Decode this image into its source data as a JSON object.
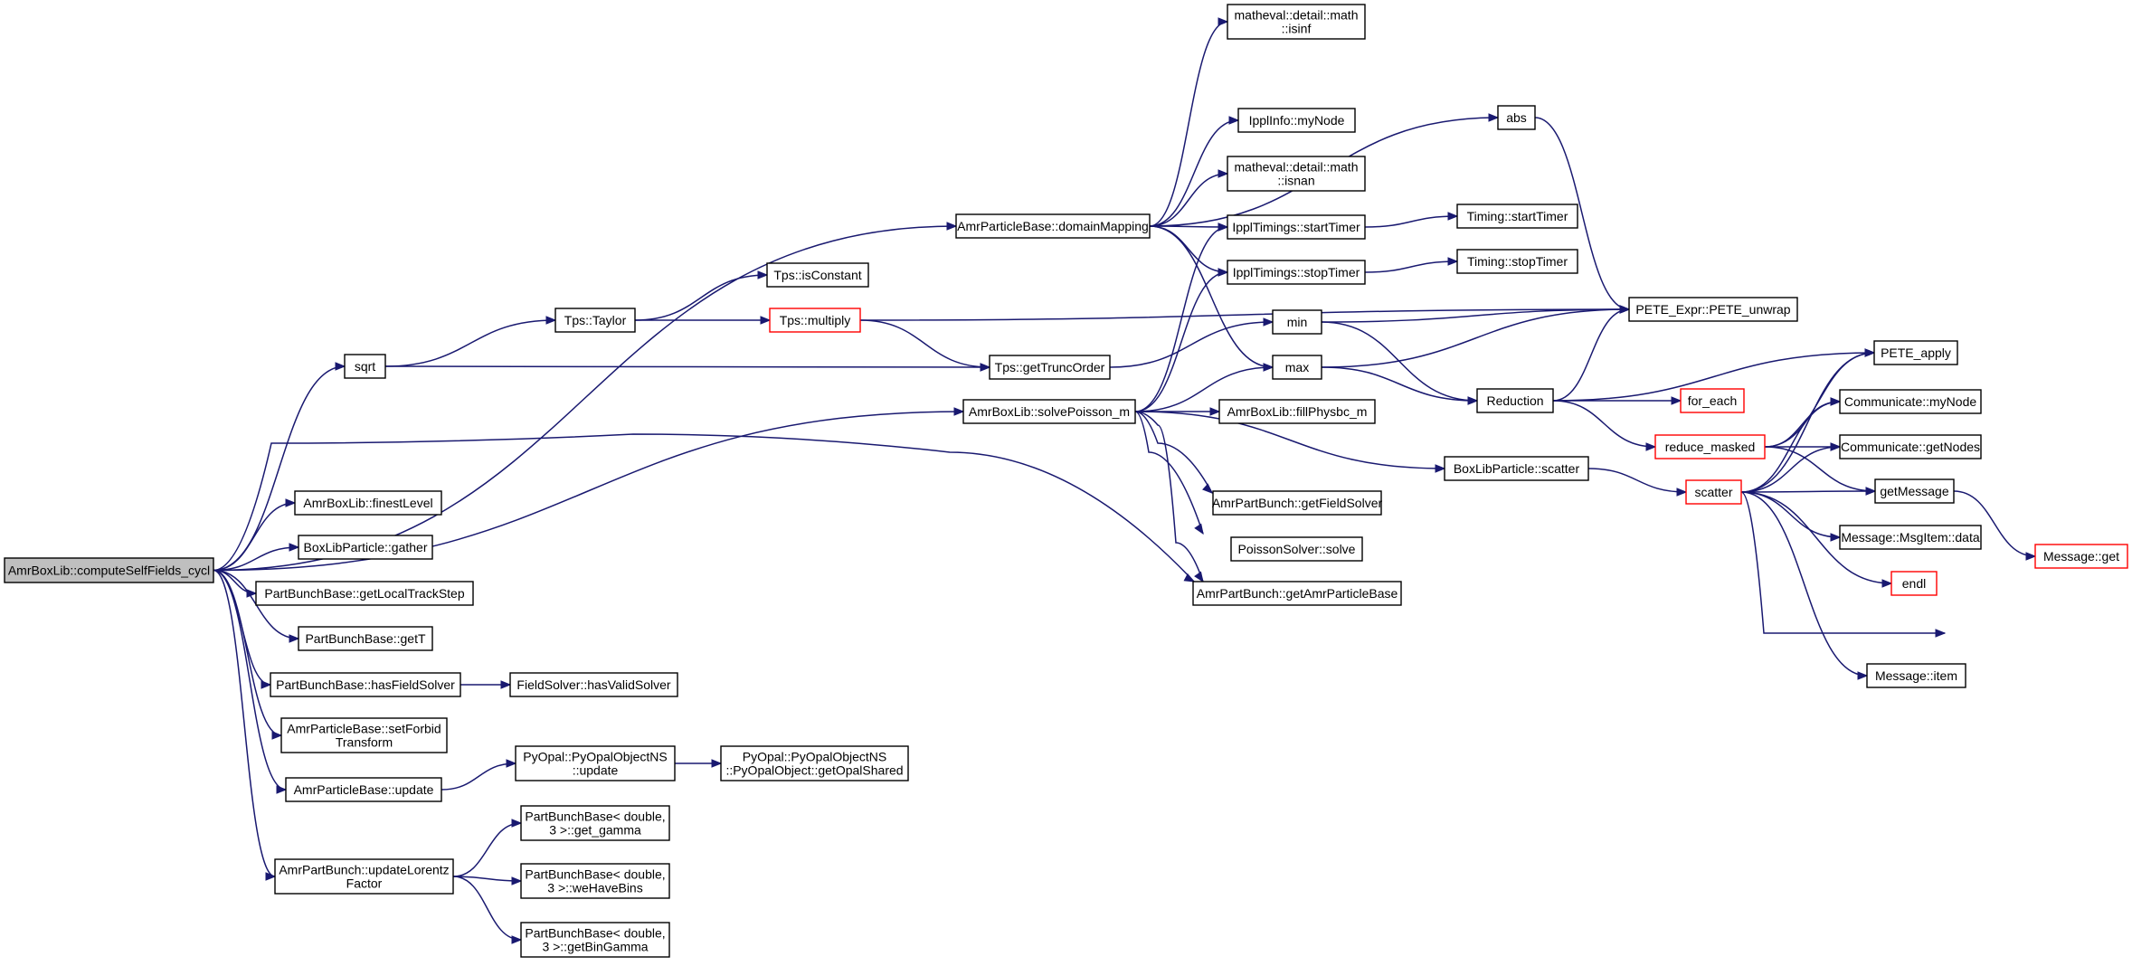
{
  "graph": {
    "nodes": [
      {
        "id": "root",
        "lines": [
          "AmrBoxLib::computeSelfFields_cycl"
        ],
        "style": "root"
      },
      {
        "id": "domainMapping",
        "lines": [
          "AmrParticleBase::domainMapping"
        ]
      },
      {
        "id": "sqrt",
        "lines": [
          "sqrt"
        ]
      },
      {
        "id": "solvePoisson",
        "lines": [
          "AmrBoxLib::solvePoisson_m"
        ]
      },
      {
        "id": "finestLevel",
        "lines": [
          "AmrBoxLib::finestLevel"
        ]
      },
      {
        "id": "gather",
        "lines": [
          "BoxLibParticle::gather"
        ]
      },
      {
        "id": "getLocalTrackStep",
        "lines": [
          "PartBunchBase::getLocalTrackStep"
        ]
      },
      {
        "id": "getT",
        "lines": [
          "PartBunchBase::getT"
        ]
      },
      {
        "id": "hasFieldSolver",
        "lines": [
          "PartBunchBase::hasFieldSolver"
        ]
      },
      {
        "id": "setForbid",
        "lines": [
          "AmrParticleBase::setForbid",
          "Transform"
        ]
      },
      {
        "id": "apbUpdate",
        "lines": [
          "AmrParticleBase::update"
        ]
      },
      {
        "id": "updateLorentz",
        "lines": [
          "AmrPartBunch::updateLorentz",
          "Factor"
        ]
      },
      {
        "id": "getAmrParticleBase",
        "lines": [
          "AmrPartBunch::getAmrParticleBase"
        ]
      },
      {
        "id": "isinf",
        "lines": [
          "matheval::detail::math",
          "::isinf"
        ]
      },
      {
        "id": "myNode",
        "lines": [
          "IpplInfo::myNode"
        ]
      },
      {
        "id": "isnan",
        "lines": [
          "matheval::detail::math",
          "::isnan"
        ]
      },
      {
        "id": "startTimer",
        "lines": [
          "IpplTimings::startTimer"
        ]
      },
      {
        "id": "stopTimer",
        "lines": [
          "IpplTimings::stopTimer"
        ]
      },
      {
        "id": "min",
        "lines": [
          "min"
        ]
      },
      {
        "id": "max",
        "lines": [
          "max"
        ]
      },
      {
        "id": "abs",
        "lines": [
          "abs"
        ]
      },
      {
        "id": "timingStart",
        "lines": [
          "Timing::startTimer"
        ]
      },
      {
        "id": "timingStop",
        "lines": [
          "Timing::stopTimer"
        ]
      },
      {
        "id": "taylor",
        "lines": [
          "Tps::Taylor"
        ]
      },
      {
        "id": "isConstant",
        "lines": [
          "Tps::isConstant"
        ]
      },
      {
        "id": "multiply",
        "lines": [
          "Tps::multiply"
        ],
        "style": "trunc"
      },
      {
        "id": "getTruncOrder",
        "lines": [
          "Tps::getTruncOrder"
        ]
      },
      {
        "id": "fillPhysbc",
        "lines": [
          "AmrBoxLib::fillPhysbc_m"
        ]
      },
      {
        "id": "getFieldSolver",
        "lines": [
          "AmrPartBunch::getFieldSolver"
        ]
      },
      {
        "id": "psSolve",
        "lines": [
          "PoissonSolver::solve"
        ]
      },
      {
        "id": "blpScatter",
        "lines": [
          "BoxLibParticle::scatter"
        ]
      },
      {
        "id": "peteUnwrap",
        "lines": [
          "PETE_Expr::PETE_unwrap"
        ]
      },
      {
        "id": "reduction",
        "lines": [
          "Reduction"
        ]
      },
      {
        "id": "peteApply",
        "lines": [
          "PETE_apply"
        ]
      },
      {
        "id": "forEach",
        "lines": [
          "for_each"
        ],
        "style": "trunc"
      },
      {
        "id": "reduceMasked",
        "lines": [
          "reduce_masked"
        ],
        "style": "trunc"
      },
      {
        "id": "scatter",
        "lines": [
          "scatter"
        ],
        "style": "trunc"
      },
      {
        "id": "commMyNode",
        "lines": [
          "Communicate::myNode"
        ]
      },
      {
        "id": "commGetNodes",
        "lines": [
          "Communicate::getNodes"
        ]
      },
      {
        "id": "getMessage",
        "lines": [
          "getMessage"
        ]
      },
      {
        "id": "msgItemData",
        "lines": [
          "Message::MsgItem::data"
        ]
      },
      {
        "id": "endl",
        "lines": [
          "endl"
        ],
        "style": "trunc"
      },
      {
        "id": "msgItem",
        "lines": [
          "Message::item"
        ]
      },
      {
        "id": "msgGet",
        "lines": [
          "Message::get"
        ],
        "style": "trunc"
      },
      {
        "id": "hasValidSolver",
        "lines": [
          "FieldSolver::hasValidSolver"
        ]
      },
      {
        "id": "pyUpdate",
        "lines": [
          "PyOpal::PyOpalObjectNS",
          "::update"
        ]
      },
      {
        "id": "pyGetOpalShared",
        "lines": [
          "PyOpal::PyOpalObjectNS",
          "::PyOpalObject::getOpalShared"
        ]
      },
      {
        "id": "getGamma",
        "lines": [
          "PartBunchBase< double,",
          "3 >::get_gamma"
        ]
      },
      {
        "id": "weHaveBins",
        "lines": [
          "PartBunchBase< double,",
          "3 >::weHaveBins"
        ]
      },
      {
        "id": "getBinGamma",
        "lines": [
          "PartBunchBase< double,",
          "3 >::getBinGamma"
        ]
      }
    ],
    "edges": [
      [
        "root",
        "domainMapping"
      ],
      [
        "root",
        "sqrt"
      ],
      [
        "root",
        "solvePoisson"
      ],
      [
        "root",
        "getAmrParticleBase"
      ],
      [
        "root",
        "finestLevel"
      ],
      [
        "root",
        "gather"
      ],
      [
        "root",
        "getLocalTrackStep"
      ],
      [
        "root",
        "getT"
      ],
      [
        "root",
        "hasFieldSolver"
      ],
      [
        "root",
        "setForbid"
      ],
      [
        "root",
        "apbUpdate"
      ],
      [
        "root",
        "updateLorentz"
      ],
      [
        "domainMapping",
        "isinf"
      ],
      [
        "domainMapping",
        "abs"
      ],
      [
        "domainMapping",
        "myNode"
      ],
      [
        "domainMapping",
        "isnan"
      ],
      [
        "domainMapping",
        "startTimer"
      ],
      [
        "domainMapping",
        "stopTimer"
      ],
      [
        "domainMapping",
        "max"
      ],
      [
        "sqrt",
        "taylor"
      ],
      [
        "sqrt",
        "getTruncOrder"
      ],
      [
        "taylor",
        "isConstant"
      ],
      [
        "taylor",
        "multiply"
      ],
      [
        "multiply",
        "getTruncOrder"
      ],
      [
        "multiply",
        "peteUnwrap"
      ],
      [
        "getTruncOrder",
        "min"
      ],
      [
        "startTimer",
        "timingStart"
      ],
      [
        "stopTimer",
        "timingStop"
      ],
      [
        "abs",
        "peteUnwrap"
      ],
      [
        "min",
        "peteUnwrap"
      ],
      [
        "min",
        "reduction"
      ],
      [
        "max",
        "peteUnwrap"
      ],
      [
        "max",
        "reduction"
      ],
      [
        "solvePoisson",
        "startTimer"
      ],
      [
        "solvePoisson",
        "stopTimer"
      ],
      [
        "solvePoisson",
        "max"
      ],
      [
        "solvePoisson",
        "fillPhysbc"
      ],
      [
        "solvePoisson",
        "blpScatter"
      ],
      [
        "solvePoisson",
        "getFieldSolver"
      ],
      [
        "solvePoisson",
        "psSolve"
      ],
      [
        "solvePoisson",
        "getAmrParticleBase"
      ],
      [
        "reduction",
        "peteUnwrap"
      ],
      [
        "reduction",
        "peteApply"
      ],
      [
        "reduction",
        "forEach"
      ],
      [
        "reduction",
        "reduceMasked"
      ],
      [
        "blpScatter",
        "scatter"
      ],
      [
        "reduceMasked",
        "peteApply"
      ],
      [
        "reduceMasked",
        "commMyNode"
      ],
      [
        "reduceMasked",
        "commGetNodes"
      ],
      [
        "reduceMasked",
        "getMessage"
      ],
      [
        "scatter",
        "peteApply"
      ],
      [
        "scatter",
        "commMyNode"
      ],
      [
        "scatter",
        "commGetNodes"
      ],
      [
        "scatter",
        "getMessage"
      ],
      [
        "scatter",
        "msgItemData"
      ],
      [
        "scatter",
        "endl"
      ],
      [
        "scatter",
        "msgItem"
      ],
      [
        "scatter",
        "msgGet"
      ],
      [
        "getMessage",
        "msgGet"
      ],
      [
        "hasFieldSolver",
        "hasValidSolver"
      ],
      [
        "apbUpdate",
        "pyUpdate"
      ],
      [
        "pyUpdate",
        "pyGetOpalShared"
      ],
      [
        "updateLorentz",
        "getGamma"
      ],
      [
        "updateLorentz",
        "weHaveBins"
      ],
      [
        "updateLorentz",
        "getBinGamma"
      ]
    ]
  },
  "colors": {
    "edge": "#191970",
    "truncated_border": "#ff0000",
    "root_fill": "#bfbfbf"
  }
}
